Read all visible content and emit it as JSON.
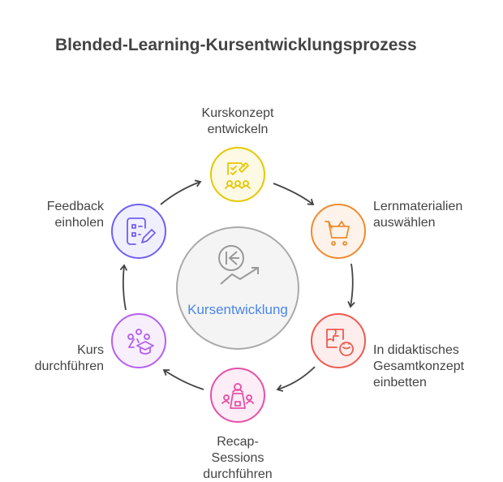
{
  "title": "Blended-Learning-Kursentwicklungsprozess",
  "center": {
    "label": "Kursentwicklung",
    "icon": "decline-growth-icon",
    "color": "#4a86e8"
  },
  "steps": [
    {
      "lines": [
        "Kurskonzept",
        "entwickeln"
      ],
      "icon": "checklist-team-icon",
      "color": "#e6c800"
    },
    {
      "lines": [
        "Lernmaterialien",
        "auswählen"
      ],
      "icon": "shopping-cart-icon",
      "color": "#f08a2e"
    },
    {
      "lines": [
        "In didaktisches",
        "Gesamtkonzept",
        "einbetten"
      ],
      "icon": "puzzle-face-icon",
      "color": "#ef5a50"
    },
    {
      "lines": [
        "Recap-",
        "Sessions",
        "durchführen"
      ],
      "icon": "meeting-table-icon",
      "color": "#e650a8"
    },
    {
      "lines": [
        "Kurs",
        "durchführen"
      ],
      "icon": "graduation-cap-icon",
      "color": "#b660ee"
    },
    {
      "lines": [
        "Feedback",
        "einholen"
      ],
      "icon": "form-pencil-icon",
      "color": "#7060f0"
    }
  ]
}
